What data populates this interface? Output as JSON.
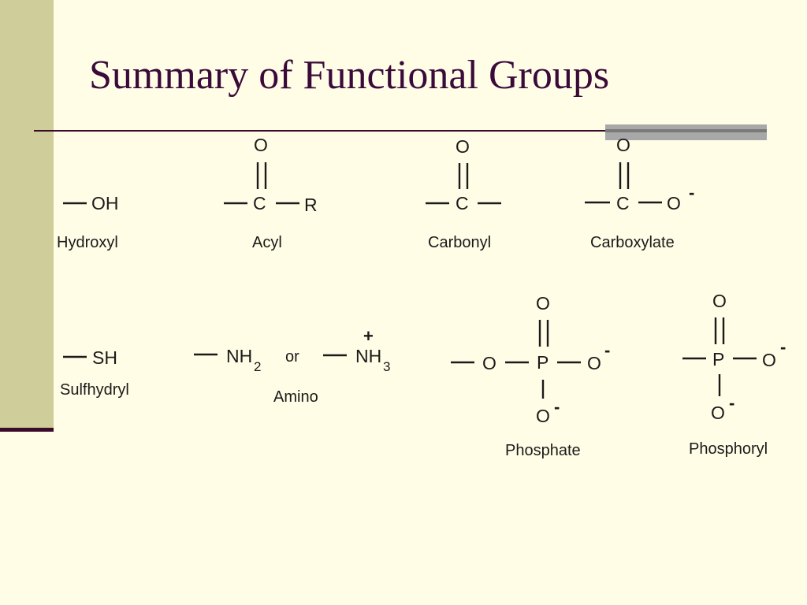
{
  "slide": {
    "title": "Summary of Functional Groups"
  },
  "groups": {
    "hydroxyl": {
      "name": "Hydroxyl",
      "atom": "OH"
    },
    "acyl": {
      "name": "Acyl",
      "oxygen": "O",
      "carbon": "C",
      "substituent": "R"
    },
    "carbonyl": {
      "name": "Carbonyl",
      "oxygen": "O",
      "carbon": "C"
    },
    "carboxylate": {
      "name": "Carboxylate",
      "oxygen_top": "O",
      "carbon": "C",
      "oxygen_right": "O",
      "charge": "-"
    },
    "sulfhydryl": {
      "name": "Sulfhydryl",
      "atom": "SH"
    },
    "amino": {
      "name": "Amino",
      "neutral_atom": "NH",
      "neutral_subscript": "2",
      "connector": "or",
      "charged_atom": "NH",
      "charged_subscript": "3",
      "charge": "+"
    },
    "phosphate": {
      "name": "Phosphate",
      "oxygen_left": "O",
      "phosphorus": "P",
      "oxygen_top": "O",
      "oxygen_right": "O",
      "oxygen_right_charge": "-",
      "oxygen_bottom": "O",
      "oxygen_bottom_charge": "-"
    },
    "phosphoryl": {
      "name": "Phosphoryl",
      "phosphorus": "P",
      "oxygen_top": "O",
      "oxygen_right": "O",
      "oxygen_right_charge": "-",
      "oxygen_bottom": "O",
      "oxygen_bottom_charge": "-"
    }
  }
}
